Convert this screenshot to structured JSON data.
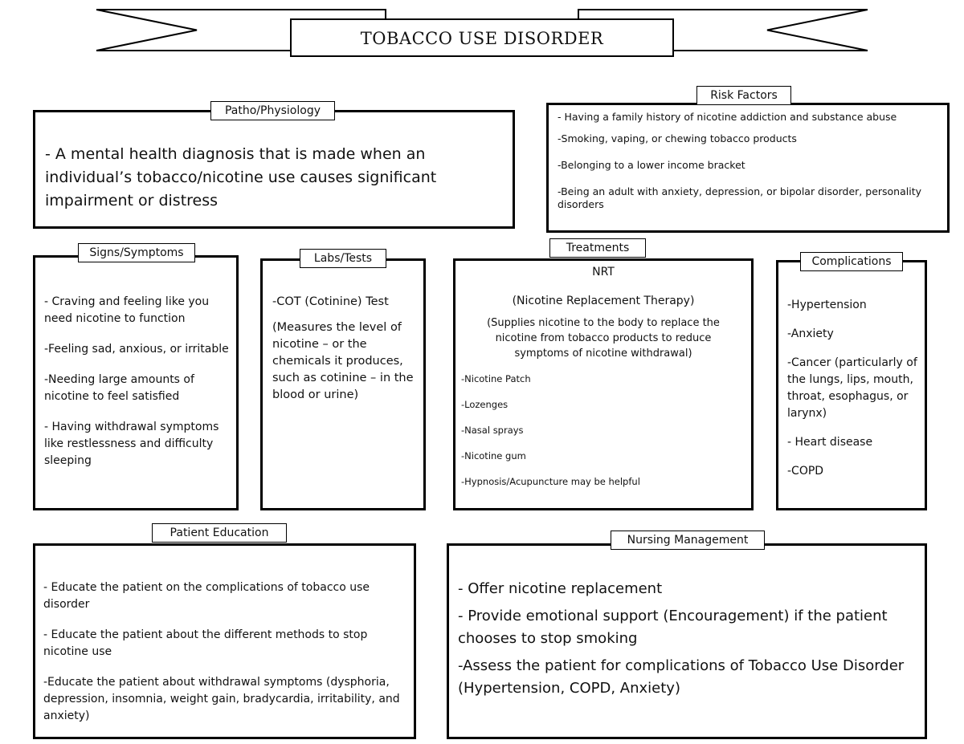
{
  "title": "TOBACCO USE DISORDER",
  "patho": {
    "label": "Patho/Physiology",
    "text": "- A mental health diagnosis that is made when an individual’s tobacco/nicotine use causes significant impairment or distress"
  },
  "risk": {
    "label": "Risk Factors",
    "items": [
      "- Having a family history of nicotine addiction and substance abuse",
      "-Smoking, vaping, or chewing tobacco products",
      "-Belonging to a lower income bracket",
      "-Being an adult with anxiety, depression, or bipolar disorder, personality disorders"
    ]
  },
  "signs": {
    "label": "Signs/Symptoms",
    "items": [
      "- Craving and feeling like you need nicotine to function",
      "-Feeling sad, anxious, or irritable",
      "-Needing large amounts of nicotine to feel satisfied",
      "- Having withdrawal symptoms like restlessness and difficulty sleeping"
    ]
  },
  "labs": {
    "label": "Labs/Tests",
    "items": [
      "-COT (Cotinine) Test",
      "(Measures the level of nicotine – or the chemicals it produces, such as cotinine – in the blood or urine)"
    ]
  },
  "treatments": {
    "label": "Treatments",
    "heading": "NRT",
    "subheading": "(Nicotine Replacement Therapy)",
    "description": "(Supplies nicotine to the body to replace the nicotine from tobacco products to reduce symptoms of nicotine withdrawal)",
    "items": [
      "-Nicotine Patch",
      "-Lozenges",
      "-Nasal sprays",
      "-Nicotine gum",
      "-Hypnosis/Acupuncture may be helpful"
    ]
  },
  "complications": {
    "label": "Complications",
    "items": [
      "-Hypertension",
      "-Anxiety",
      "-Cancer (particularly of the lungs, lips, mouth, throat, esophagus, or larynx)",
      "- Heart disease",
      "-COPD"
    ]
  },
  "education": {
    "label": "Patient Education",
    "items": [
      "- Educate the patient on the complications of tobacco use disorder",
      "- Educate the patient about the different methods to stop nicotine use",
      "-Educate the patient about withdrawal symptoms (dysphoria, depression, insomnia, weight gain, bradycardia, irritability, and anxiety)"
    ]
  },
  "nursing": {
    "label": "Nursing Management",
    "items": [
      "- Offer nicotine replacement",
      "- Provide emotional support (Encouragement) if the patient chooses to stop smoking",
      "-Assess the patient for complications of Tobacco Use Disorder (Hypertension, COPD, Anxiety)"
    ]
  }
}
